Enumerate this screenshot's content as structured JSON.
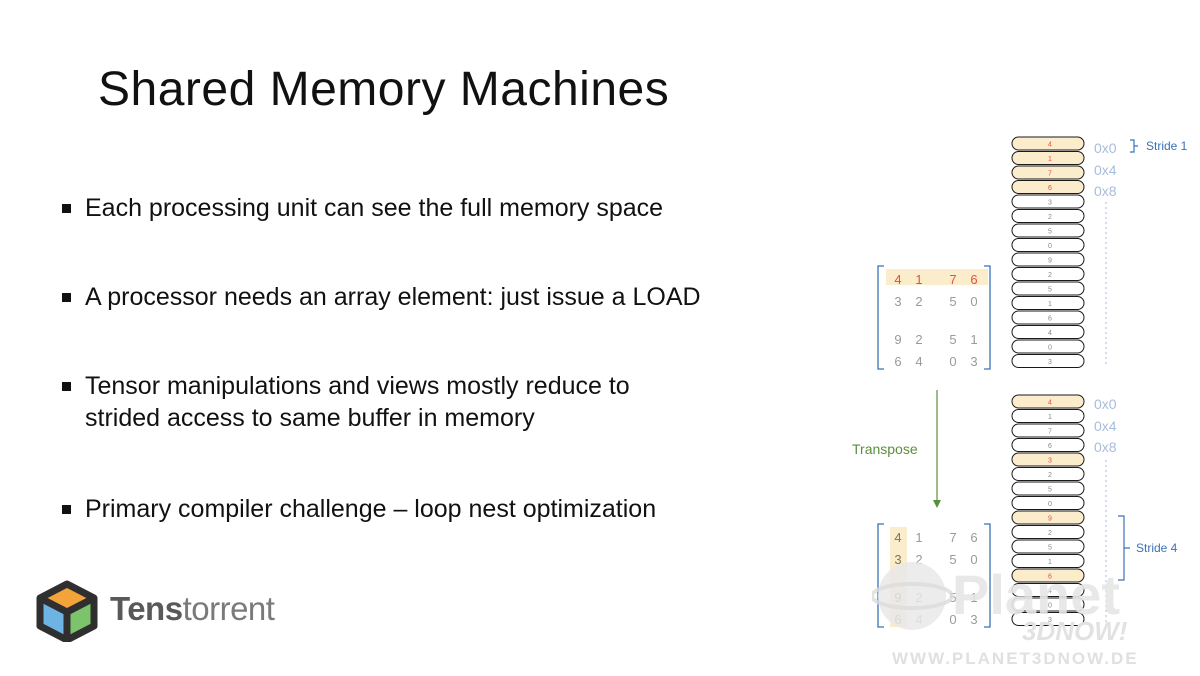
{
  "slide": {
    "title": "Shared Memory Machines",
    "bullets": [
      {
        "line1": "Each processing unit can see the full memory space",
        "line2": ""
      },
      {
        "line1": "A processor needs an array element: just issue a LOAD",
        "line2": ""
      },
      {
        "line1": "Tensor manipulations and views mostly reduce to",
        "line2": "strided access to same buffer in memory"
      },
      {
        "line1": "Primary compiler challenge – loop nest optimization",
        "line2": ""
      }
    ]
  },
  "logo": {
    "text_bold": "Tens",
    "text_regular": "torrent"
  },
  "diagram": {
    "matrix_rows": [
      [
        "4",
        "1",
        "7",
        "6"
      ],
      [
        "3",
        "2",
        "5",
        "0"
      ],
      [
        "9",
        "2",
        "5",
        "1"
      ],
      [
        "6",
        "4",
        "0",
        "3"
      ]
    ],
    "memory_cells": [
      "4",
      "1",
      "7",
      "6",
      "3",
      "2",
      "5",
      "0",
      "9",
      "2",
      "5",
      "1",
      "6",
      "4",
      "0",
      "3"
    ],
    "addresses": [
      "0x0",
      "0x4",
      "0x8"
    ],
    "stride1_label": "Stride 1",
    "stride4_label": "Stride 4",
    "transpose_label": "Transpose",
    "colors": {
      "highlight": "#fbeccc",
      "red_text": "#e0533a",
      "blue": "#3a72b8",
      "green": "#5a8f3a",
      "grey": "#9a9a9a",
      "addr": "#a8bcd8"
    }
  },
  "watermark": {
    "brand": "Planet",
    "sub": "3DNOW!",
    "url": "WWW.PLANET3DNOW.DE"
  }
}
